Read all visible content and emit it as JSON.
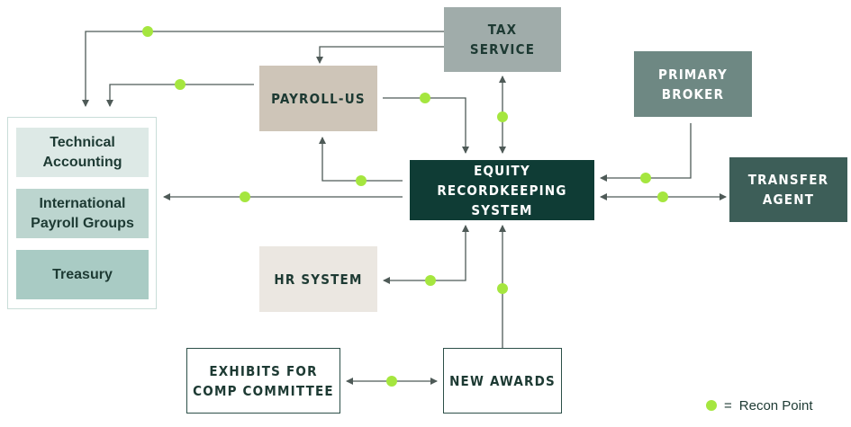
{
  "nodes": {
    "tax_service": "TAX\nSERVICE",
    "payroll_us": "PAYROLL-US",
    "primary_broker": "PRIMARY\nBROKER",
    "equity_system": "EQUITY RECORDKEEPING\nSYSTEM",
    "transfer_agent": "TRANSFER\nAGENT",
    "hr_system": "HR SYSTEM",
    "exhibits": "EXHIBITS FOR\nCOMP COMMITTEE",
    "new_awards": "NEW AWARDS"
  },
  "groups": {
    "technical_accounting": "Technical\nAccounting",
    "international_payroll": "International\nPayroll Groups",
    "treasury": "Treasury"
  },
  "legend": {
    "symbol": "=",
    "label": "Recon Point"
  },
  "colors": {
    "recon_dot": "#a5e63f",
    "line": "#4e5a57",
    "dark_green": "#0f3c35",
    "teal": "#3d5e58",
    "gray_green": "#6e8883",
    "sage": "#a0acaa",
    "beige": "#cec5b8",
    "cream": "#ebe7e1",
    "light_mint": "#dde9e6",
    "mint": "#bcd5cf",
    "mint_dark": "#a9cbc4"
  }
}
